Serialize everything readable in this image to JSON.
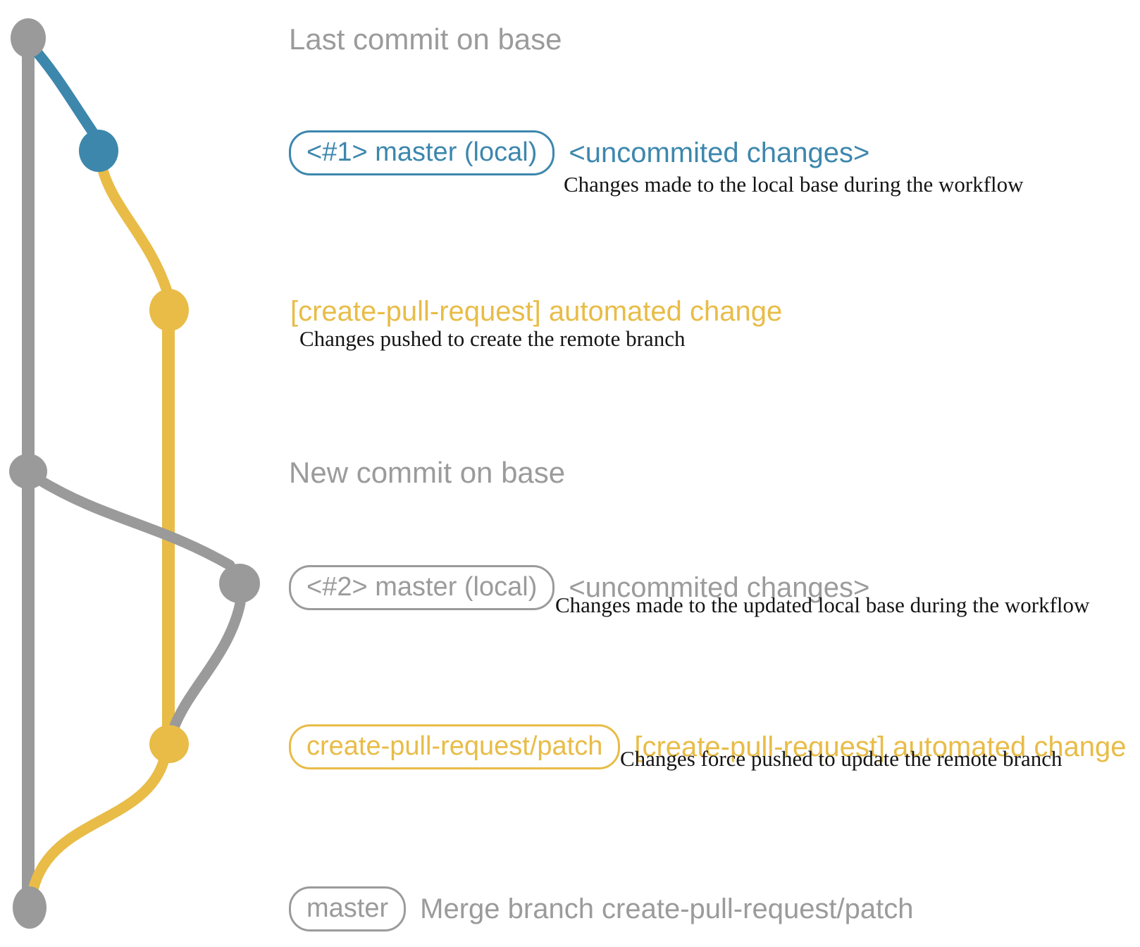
{
  "colors": {
    "base_gray": "#9a9a9a",
    "branch_blue": "#3d87ad",
    "branch_yellow": "#e8bc47",
    "caption_black": "#141414"
  },
  "graph": {
    "nodes": [
      {
        "id": "last-commit-on-base",
        "color": "gray"
      },
      {
        "id": "local-commit-1",
        "color": "blue"
      },
      {
        "id": "remote-branch-commit-1",
        "color": "yellow"
      },
      {
        "id": "new-commit-on-base",
        "color": "gray"
      },
      {
        "id": "local-commit-2",
        "color": "gray"
      },
      {
        "id": "remote-branch-commit-2",
        "color": "yellow"
      },
      {
        "id": "merge-commit",
        "color": "gray"
      }
    ]
  },
  "sections": {
    "s1": {
      "label": "Last commit on base"
    },
    "s2": {
      "badge": "<#1> master (local)",
      "annotation": "<uncommited changes>",
      "caption": "Changes made to the local base during the workflow"
    },
    "s3": {
      "annotation": "[create-pull-request] automated change",
      "caption": "Changes pushed to create the remote branch"
    },
    "s4": {
      "label": "New commit on base"
    },
    "s5": {
      "badge": "<#2> master (local)",
      "annotation": "<uncommited changes>",
      "caption": "Changes made to the updated local base during the workflow"
    },
    "s6": {
      "badge": "create-pull-request/patch",
      "annotation": "[create-pull-request] automated change",
      "caption": "Changes force pushed to update the remote branch"
    },
    "s7": {
      "badge": "master",
      "annotation": "Merge branch create-pull-request/patch"
    }
  }
}
